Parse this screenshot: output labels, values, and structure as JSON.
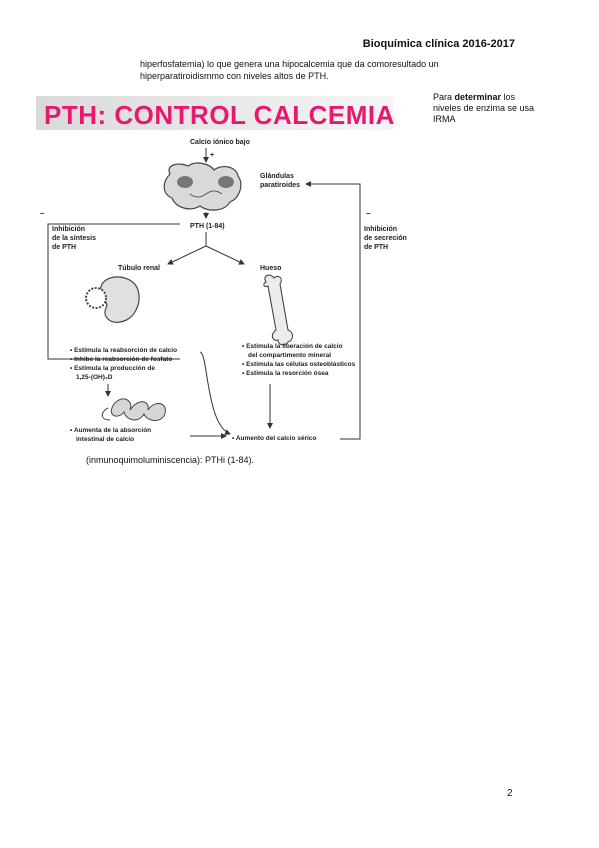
{
  "header": {
    "title": "Bioquímica clínica 2016-2017"
  },
  "intro": {
    "line1": "hiperfosfatemia) lo que genera una hipocalcemia que da comoresultado un",
    "line2": "hiperparatiroidismmo con niveles altos de PTH."
  },
  "side_note": {
    "prefix": "Para ",
    "bold": "determinar",
    "suffix": " los niveles de enzima se usa IRMA"
  },
  "figure": {
    "title": "PTH: CONTROL CALCEMIA",
    "title_color": "#e6196e",
    "calcio_bajo": "Calcio iónico bajo",
    "glandulas_1": "Glándulas",
    "glandulas_2": "paratiroides",
    "pth": "PTH (1-84)",
    "inh_sint_1": "Inhibición",
    "inh_sint_2": "de la síntesis",
    "inh_sint_3": "de PTH",
    "inh_sec_1": "Inhibición",
    "inh_sec_2": "de secreción",
    "inh_sec_3": "de PTH",
    "tubulo": "Túbulo renal",
    "hueso": "Hueso",
    "renal_1": "• Estimula la reabsorción de calcio",
    "renal_2": "• Inhibe la reabsorción de fosfato",
    "renal_3": "• Estimula la producción de",
    "renal_4": "1,25-(OH)₂D",
    "bone_1": "• Estimula la liberación de calcio",
    "bone_2": "del compartimento mineral",
    "bone_3": "• Estimula las células osteoblásticos",
    "bone_4": "• Estimula la resorción ósea",
    "intest_1": "• Aumenta de la absorción",
    "intest_2": "intestinal de calcio",
    "aumento": "• Aumento del calcio sérico",
    "plus": "+",
    "minus": "–"
  },
  "caption": "(inmunoquimoluminiscencia): PTHi (1-84).",
  "page_number": "2"
}
